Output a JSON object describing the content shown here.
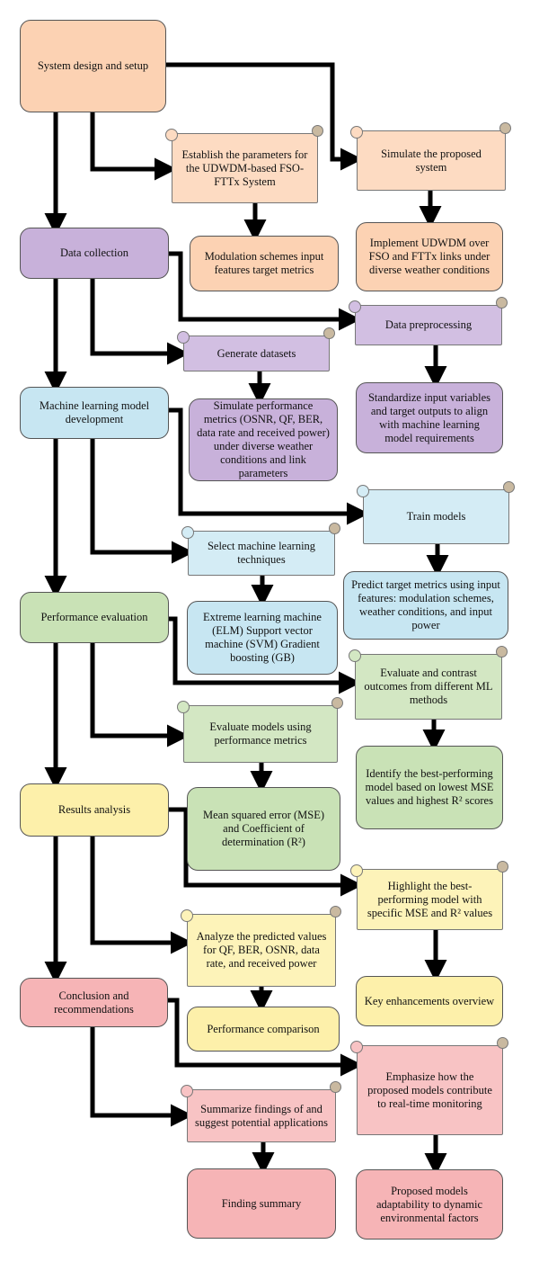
{
  "nodes": {
    "system_design": "System design and setup",
    "establish_params": "Establish the parameters for the UDWDM-based FSO-FTTx System",
    "simulate_system": "Simulate the proposed system",
    "modulation_inputs": "Modulation schemes input features target metrics",
    "implement_udwdm": "Implement UDWDM over FSO and FTTx links under diverse weather conditions",
    "data_collection": "Data collection",
    "data_preprocessing": "Data preprocessing",
    "generate_datasets": "Generate datasets",
    "standardize_inputs": "Standardize input variables and target outputs to align with machine learning model requirements",
    "ml_development": "Machine learning model development",
    "simulate_metrics": "Simulate performance metrics (OSNR, QF, BER, data rate and received power) under diverse weather conditions and link parameters",
    "train_models": "Train models",
    "select_ml": "Select machine learning techniques",
    "predict_targets": "Predict target metrics using input features: modulation schemes, weather conditions, and input power",
    "performance_evaluation": "Performance evaluation",
    "ml_techniques_list": "Extreme learning machine (ELM) Support vector machine (SVM) Gradient boosting (GB)",
    "evaluate_contrast": "Evaluate and contrast outcomes from different ML methods",
    "evaluate_models": "Evaluate models using performance metrics",
    "identify_best": "Identify the best-performing model based on lowest MSE values and highest R² scores",
    "results_analysis": "Results analysis",
    "mse_r2": "Mean squared error (MSE) and Coefficient of determination (R²)",
    "highlight_best": "Highlight the best-performing model with specific MSE and R² values",
    "analyze_predicted": "Analyze the predicted values for QF, BER, OSNR, data rate, and received power",
    "conclusion": "Conclusion and recommendations",
    "key_enhancements": "Key enhancements overview",
    "performance_comparison": "Performance comparison",
    "emphasize_models": "Emphasize how the proposed models contribute to real-time monitoring",
    "summarize_findings": "Summarize findings of and suggest potential applications",
    "finding_summary": "Finding summary",
    "adaptability": "Proposed models adaptability to dynamic environmental factors"
  },
  "colors": {
    "orange": "#fcd2b3",
    "purple": "#c8b1da",
    "blue": "#c7e6f2",
    "green": "#c9e2b6",
    "yellow": "#fdf0aa",
    "pink": "#f6b4b6",
    "arrow": "#000000"
  }
}
